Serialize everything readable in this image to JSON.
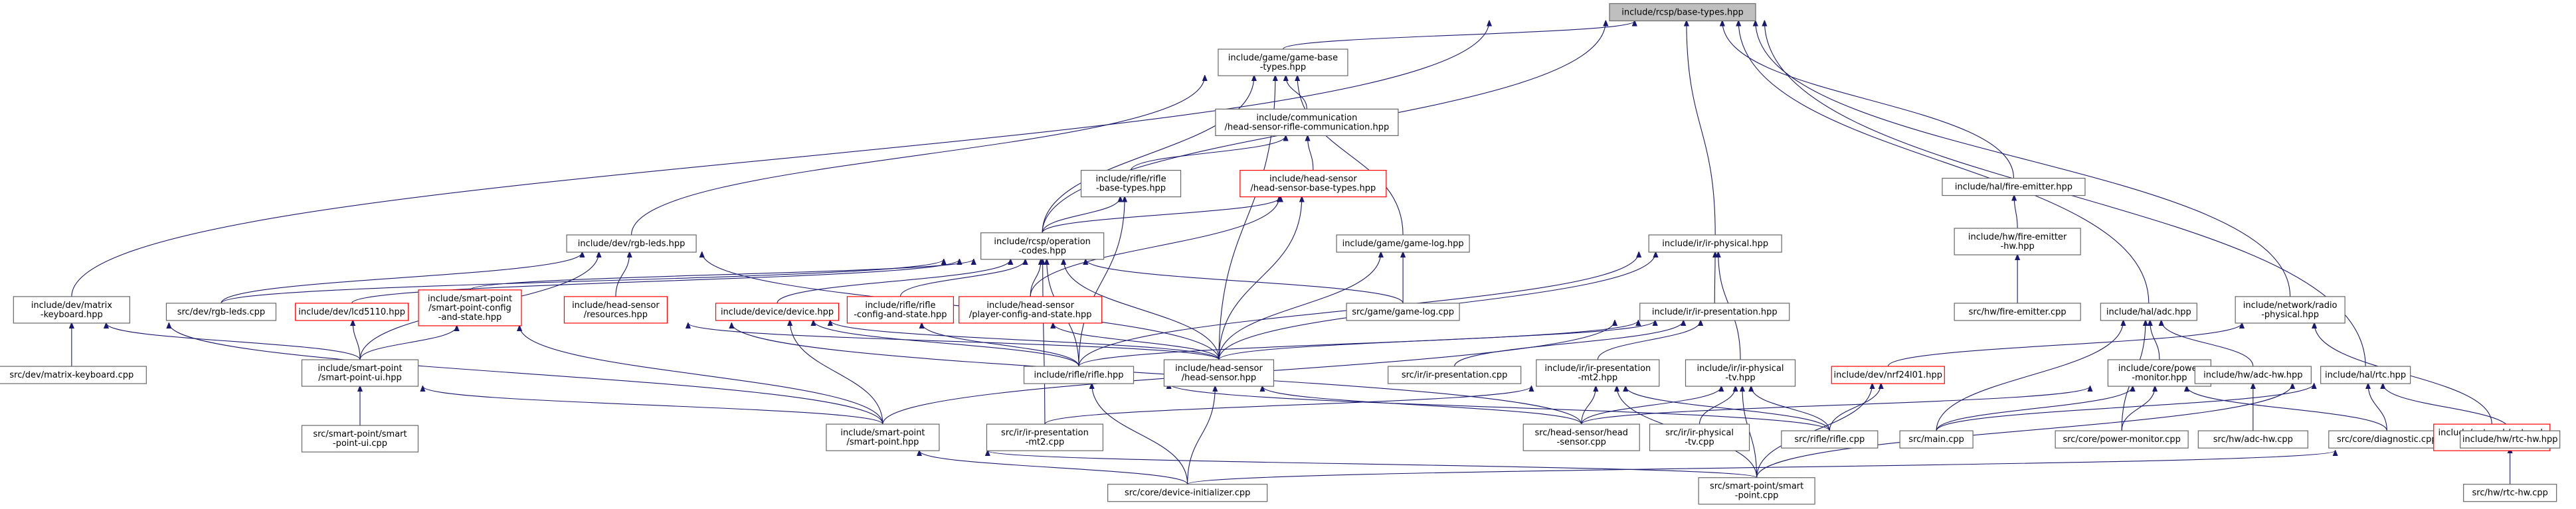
{
  "colors": {
    "edge": "#191970",
    "border_normal": "#666666",
    "border_truncated": "#ff0000",
    "fill_normal": "#ffffff",
    "fill_root": "#bfbfbf"
  },
  "nodes": {
    "rcsp_base_types": {
      "lines": [
        "include/rcsp/base-types.hpp"
      ],
      "style": "root"
    },
    "game_base_types": {
      "lines": [
        "include/game/game-base",
        "-types.hpp"
      ],
      "style": "normal"
    },
    "comm_head_sensor_rifle": {
      "lines": [
        "include/communication",
        "/head-sensor-rifle-communication.hpp"
      ],
      "style": "normal"
    },
    "rifle_base_types": {
      "lines": [
        "include/rifle/rifle",
        "-base-types.hpp"
      ],
      "style": "normal"
    },
    "head_sensor_base_types": {
      "lines": [
        "include/head-sensor",
        "/head-sensor-base-types.hpp"
      ],
      "style": "truncated"
    },
    "rcsp_operation_codes": {
      "lines": [
        "include/rcsp/operation",
        "-codes.hpp"
      ],
      "style": "normal"
    },
    "dev_rgb_leds": {
      "lines": [
        "include/dev/rgb-leds.hpp"
      ],
      "style": "normal"
    },
    "dev_matrix_keyboard": {
      "lines": [
        "include/dev/matrix",
        "-keyboard.hpp"
      ],
      "style": "normal"
    },
    "src_matrix_keyboard": {
      "lines": [
        "src/dev/matrix-keyboard.cpp"
      ],
      "style": "normal"
    },
    "src_rgb_leds": {
      "lines": [
        "src/dev/rgb-leds.cpp"
      ],
      "style": "normal"
    },
    "dev_lcd5110": {
      "lines": [
        "include/dev/lcd5110.hpp"
      ],
      "style": "truncated"
    },
    "smart_point_config": {
      "lines": [
        "include/smart-point",
        "/smart-point-config",
        "-and-state.hpp"
      ],
      "style": "truncated"
    },
    "head_sensor_resources": {
      "lines": [
        "include/head-sensor",
        "/resources.hpp"
      ],
      "style": "truncated"
    },
    "device_device": {
      "lines": [
        "include/device/device.hpp"
      ],
      "style": "truncated"
    },
    "rifle_config_and_state": {
      "lines": [
        "include/rifle/rifle",
        "-config-and-state.hpp"
      ],
      "style": "truncated"
    },
    "head_sensor_player_config": {
      "lines": [
        "include/head-sensor",
        "/player-config-and-state.hpp"
      ],
      "style": "truncated"
    },
    "game_game_log": {
      "lines": [
        "include/game/game-log.hpp"
      ],
      "style": "normal"
    },
    "src_game_log": {
      "lines": [
        "src/game/game-log.cpp"
      ],
      "style": "normal"
    },
    "smart_point_ui": {
      "lines": [
        "include/smart-point",
        "/smart-point-ui.hpp"
      ],
      "style": "normal"
    },
    "src_smart_point_ui": {
      "lines": [
        "src/smart-point/smart",
        "-point-ui.cpp"
      ],
      "style": "normal"
    },
    "rifle_rifle": {
      "lines": [
        "include/rifle/rifle.hpp"
      ],
      "style": "normal"
    },
    "head_sensor_head_sensor": {
      "lines": [
        "include/head-sensor",
        "/head-sensor.hpp"
      ],
      "style": "normal"
    },
    "smart_point_smart_point": {
      "lines": [
        "include/smart-point",
        "/smart-point.hpp"
      ],
      "style": "normal"
    },
    "src_ir_presentation_mt2": {
      "lines": [
        "src/ir/ir-presentation",
        "-mt2.cpp"
      ],
      "style": "normal"
    },
    "src_device_initializer": {
      "lines": [
        "src/core/device-initializer.cpp"
      ],
      "style": "normal"
    },
    "ir_ir_physical": {
      "lines": [
        "include/ir/ir-physical.hpp"
      ],
      "style": "normal"
    },
    "ir_ir_presentation": {
      "lines": [
        "include/ir/ir-presentation.hpp"
      ],
      "style": "normal"
    },
    "src_ir_presentation": {
      "lines": [
        "src/ir/ir-presentation.cpp"
      ],
      "style": "normal"
    },
    "ir_presentation_mt2": {
      "lines": [
        "include/ir/ir-presentation",
        "-mt2.hpp"
      ],
      "style": "normal"
    },
    "ir_physical_tv": {
      "lines": [
        "include/ir/ir-physical",
        "-tv.hpp"
      ],
      "style": "normal"
    },
    "src_head_sensor": {
      "lines": [
        "src/head-sensor/head",
        "-sensor.cpp"
      ],
      "style": "normal"
    },
    "src_ir_physical_tv": {
      "lines": [
        "src/ir/ir-physical",
        "-tv.cpp"
      ],
      "style": "normal"
    },
    "src_rifle": {
      "lines": [
        "src/rifle/rifle.cpp"
      ],
      "style": "normal"
    },
    "src_smart_point": {
      "lines": [
        "src/smart-point/smart",
        "-point.cpp"
      ],
      "style": "normal"
    },
    "dev_nrf24l01": {
      "lines": [
        "include/dev/nrf24l01.hpp"
      ],
      "style": "truncated"
    },
    "hal_fire_emitter": {
      "lines": [
        "include/hal/fire-emitter.hpp"
      ],
      "style": "normal"
    },
    "hw_fire_emitter": {
      "lines": [
        "include/hw/fire-emitter",
        "-hw.hpp"
      ],
      "style": "normal"
    },
    "src_fire_emitter": {
      "lines": [
        "src/hw/fire-emitter.cpp"
      ],
      "style": "normal"
    },
    "hal_adc": {
      "lines": [
        "include/hal/adc.hpp"
      ],
      "style": "normal"
    },
    "core_power_monitor": {
      "lines": [
        "include/core/power",
        "-monitor.hpp"
      ],
      "style": "normal"
    },
    "src_main": {
      "lines": [
        "src/main.cpp"
      ],
      "style": "normal"
    },
    "src_power_monitor": {
      "lines": [
        "src/core/power-monitor.cpp"
      ],
      "style": "normal"
    },
    "hw_adc_hw": {
      "lines": [
        "include/hw/adc-hw.hpp"
      ],
      "style": "normal"
    },
    "src_adc_hw": {
      "lines": [
        "src/hw/adc-hw.cpp"
      ],
      "style": "normal"
    },
    "src_diagnostic": {
      "lines": [
        "src/core/diagnostic.cpp"
      ],
      "style": "normal"
    },
    "network_radio_physical": {
      "lines": [
        "include/network/radio",
        "-physical.hpp"
      ],
      "style": "normal"
    },
    "network_network_layer": {
      "lines": [
        "include/network/network",
        "-layer.hpp"
      ],
      "style": "truncated"
    },
    "hal_rtc": {
      "lines": [
        "include/hal/rtc.hpp"
      ],
      "style": "normal"
    },
    "hw_rtc_hw": {
      "lines": [
        "include/hw/rtc-hw.hpp"
      ],
      "style": "normal"
    },
    "src_rtc_hw": {
      "lines": [
        "src/hw/rtc-hw.cpp"
      ],
      "style": "normal"
    }
  },
  "edges": [
    [
      "game_base_types",
      "rcsp_base_types"
    ],
    [
      "rcsp_operation_codes",
      "rcsp_base_types"
    ],
    [
      "dev_matrix_keyboard",
      "rcsp_base_types"
    ],
    [
      "ir_ir_physical",
      "rcsp_base_types"
    ],
    [
      "hal_fire_emitter",
      "rcsp_base_types"
    ],
    [
      "hal_adc",
      "rcsp_base_types"
    ],
    [
      "hal_rtc",
      "rcsp_base_types"
    ],
    [
      "network_radio_physical",
      "rcsp_base_types"
    ],
    [
      "comm_head_sensor_rifle",
      "game_base_types"
    ],
    [
      "rcsp_operation_codes",
      "game_base_types"
    ],
    [
      "dev_rgb_leds",
      "game_base_types"
    ],
    [
      "game_game_log",
      "game_base_types"
    ],
    [
      "head_sensor_head_sensor",
      "game_base_types"
    ],
    [
      "rifle_base_types",
      "comm_head_sensor_rifle"
    ],
    [
      "head_sensor_base_types",
      "comm_head_sensor_rifle"
    ],
    [
      "rcsp_operation_codes",
      "rifle_base_types"
    ],
    [
      "rifle_rifle",
      "rifle_base_types"
    ],
    [
      "rcsp_operation_codes",
      "head_sensor_base_types"
    ],
    [
      "head_sensor_player_config",
      "head_sensor_base_types"
    ],
    [
      "head_sensor_head_sensor",
      "head_sensor_base_types"
    ],
    [
      "src_rgb_leds",
      "rcsp_operation_codes"
    ],
    [
      "dev_lcd5110",
      "rcsp_operation_codes"
    ],
    [
      "smart_point_config",
      "rcsp_operation_codes"
    ],
    [
      "device_device",
      "rcsp_operation_codes"
    ],
    [
      "rifle_config_and_state",
      "rcsp_operation_codes"
    ],
    [
      "head_sensor_player_config",
      "rcsp_operation_codes"
    ],
    [
      "src_game_log",
      "rcsp_operation_codes"
    ],
    [
      "rifle_rifle",
      "rcsp_operation_codes"
    ],
    [
      "head_sensor_head_sensor",
      "rcsp_operation_codes"
    ],
    [
      "src_ir_presentation_mt2",
      "rcsp_operation_codes"
    ],
    [
      "src_rgb_leds",
      "dev_rgb_leds"
    ],
    [
      "head_sensor_resources",
      "dev_rgb_leds"
    ],
    [
      "smart_point_ui",
      "dev_rgb_leds"
    ],
    [
      "head_sensor_head_sensor",
      "dev_rgb_leds"
    ],
    [
      "src_matrix_keyboard",
      "dev_matrix_keyboard"
    ],
    [
      "smart_point_ui",
      "dev_matrix_keyboard"
    ],
    [
      "smart_point_smart_point",
      "dev_matrix_keyboard"
    ],
    [
      "smart_point_ui",
      "dev_lcd5110"
    ],
    [
      "smart_point_ui",
      "smart_point_config"
    ],
    [
      "smart_point_smart_point",
      "smart_point_config"
    ],
    [
      "head_sensor_head_sensor",
      "head_sensor_resources"
    ],
    [
      "src_head_sensor",
      "head_sensor_resources"
    ],
    [
      "rifle_rifle",
      "device_device"
    ],
    [
      "smart_point_smart_point",
      "device_device"
    ],
    [
      "head_sensor_head_sensor",
      "device_device"
    ],
    [
      "rifle_rifle",
      "rifle_config_and_state"
    ],
    [
      "head_sensor_head_sensor",
      "head_sensor_player_config"
    ],
    [
      "src_game_log",
      "game_game_log"
    ],
    [
      "head_sensor_head_sensor",
      "game_game_log"
    ],
    [
      "src_smart_point_ui",
      "smart_point_ui"
    ],
    [
      "smart_point_smart_point",
      "smart_point_ui"
    ],
    [
      "src_rifle",
      "rifle_rifle"
    ],
    [
      "src_device_initializer",
      "rifle_rifle"
    ],
    [
      "src_head_sensor",
      "head_sensor_head_sensor"
    ],
    [
      "src_device_initializer",
      "head_sensor_head_sensor"
    ],
    [
      "src_smart_point",
      "smart_point_smart_point"
    ],
    [
      "src_device_initializer",
      "smart_point_smart_point"
    ],
    [
      "ir_ir_presentation",
      "ir_ir_physical"
    ],
    [
      "ir_physical_tv",
      "ir_ir_physical"
    ],
    [
      "rifle_rifle",
      "ir_ir_physical"
    ],
    [
      "head_sensor_head_sensor",
      "ir_ir_physical"
    ],
    [
      "src_ir_presentation",
      "ir_ir_presentation"
    ],
    [
      "ir_presentation_mt2",
      "ir_ir_presentation"
    ],
    [
      "rifle_rifle",
      "ir_ir_presentation"
    ],
    [
      "head_sensor_head_sensor",
      "ir_ir_presentation"
    ],
    [
      "smart_point_smart_point",
      "ir_ir_presentation"
    ],
    [
      "src_ir_presentation_mt2",
      "ir_presentation_mt2"
    ],
    [
      "src_head_sensor",
      "ir_presentation_mt2"
    ],
    [
      "src_rifle",
      "ir_presentation_mt2"
    ],
    [
      "src_smart_point",
      "ir_presentation_mt2"
    ],
    [
      "src_ir_physical_tv",
      "ir_physical_tv"
    ],
    [
      "src_head_sensor",
      "ir_physical_tv"
    ],
    [
      "src_rifle",
      "ir_physical_tv"
    ],
    [
      "src_smart_point",
      "ir_physical_tv"
    ],
    [
      "src_rifle",
      "dev_nrf24l01"
    ],
    [
      "src_smart_point",
      "dev_nrf24l01"
    ],
    [
      "hw_fire_emitter",
      "hal_fire_emitter"
    ],
    [
      "src_fire_emitter",
      "hw_fire_emitter"
    ],
    [
      "core_power_monitor",
      "hal_adc"
    ],
    [
      "hw_adc_hw",
      "hal_adc"
    ],
    [
      "src_power_monitor",
      "hal_adc"
    ],
    [
      "src_main",
      "hal_adc"
    ],
    [
      "src_main",
      "core_power_monitor"
    ],
    [
      "src_power_monitor",
      "core_power_monitor"
    ],
    [
      "src_diagnostic",
      "core_power_monitor"
    ],
    [
      "src_head_sensor",
      "core_power_monitor"
    ],
    [
      "src_adc_hw",
      "hw_adc_hw"
    ],
    [
      "dev_nrf24l01",
      "network_radio_physical"
    ],
    [
      "network_network_layer",
      "network_radio_physical"
    ],
    [
      "src_device_initializer",
      "network_network_layer"
    ],
    [
      "src_main",
      "hal_rtc"
    ],
    [
      "src_diagnostic",
      "hal_rtc"
    ],
    [
      "hw_rtc_hw",
      "hal_rtc"
    ],
    [
      "src_smart_point",
      "hal_rtc"
    ],
    [
      "src_rtc_hw",
      "hw_rtc_hw"
    ]
  ]
}
